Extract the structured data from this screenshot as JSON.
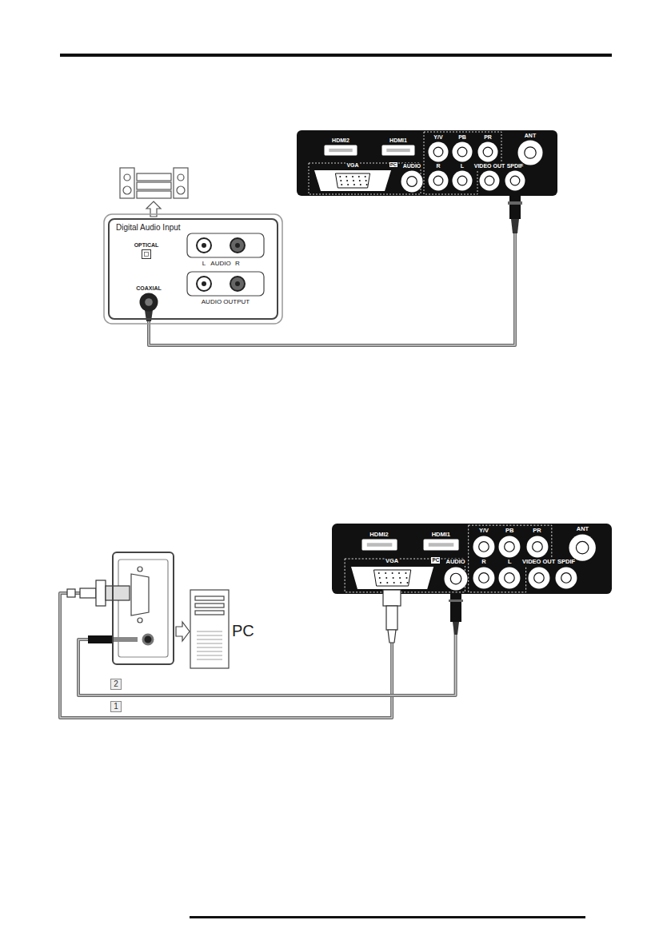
{
  "diagram": {
    "nodes": [
      {
        "text": [
          "HDMI2"
        ]
      },
      {
        "text": [
          "HDMI1"
        ]
      },
      {
        "text": [
          "Y/V"
        ]
      },
      {
        "text": [
          "PB"
        ]
      },
      {
        "text": [
          "PR"
        ]
      },
      {
        "text": [
          "ANT"
        ]
      },
      {
        "text": [
          "VGA"
        ]
      },
      {
        "text": [
          "AUDIO"
        ]
      },
      {
        "text": [
          "R"
        ]
      },
      {
        "text": [
          "L"
        ]
      },
      {
        "text": [
          "VIDEO OUT"
        ]
      },
      {
        "text": [
          "SPDIF"
        ]
      },
      {
        "text": [
          "Digital Audio Input"
        ]
      },
      {
        "text": [
          "OPTICAL"
        ],
        "in": 12
      },
      {
        "text": [
          "COAXIAL"
        ],
        "in": 12
      },
      {
        "text": [
          "HDMI2"
        ]
      },
      {
        "text": [
          "HDMI1"
        ]
      },
      {
        "text": [
          "Y/V"
        ]
      },
      {
        "text": [
          "PB"
        ]
      },
      {
        "text": [
          "PR"
        ]
      },
      {
        "text": [
          "ANT"
        ]
      },
      {
        "text": [
          "VGA"
        ]
      },
      {
        "text": [
          "AUDIO"
        ]
      },
      {
        "text": [
          "R"
        ]
      },
      {
        "text": [
          "L"
        ]
      },
      {
        "text": [
          "VIDEO OUT"
        ]
      },
      {
        "text": [
          "SPDIF"
        ]
      },
      {
        "text": [
          "PC"
        ]
      }
    ],
    "edges": [
      {
        "from": 11,
        "to": 14,
        "arrow": "none"
      },
      {
        "from": 21,
        "to": 27,
        "label": "1",
        "arrow": "none"
      },
      {
        "from": 22,
        "to": 27,
        "label": "2",
        "arrow": "none"
      }
    ],
    "labels": [
      "PC",
      "L",
      "AUDIO",
      "R",
      "AUDIO OUTPUT",
      "PC"
    ]
  }
}
